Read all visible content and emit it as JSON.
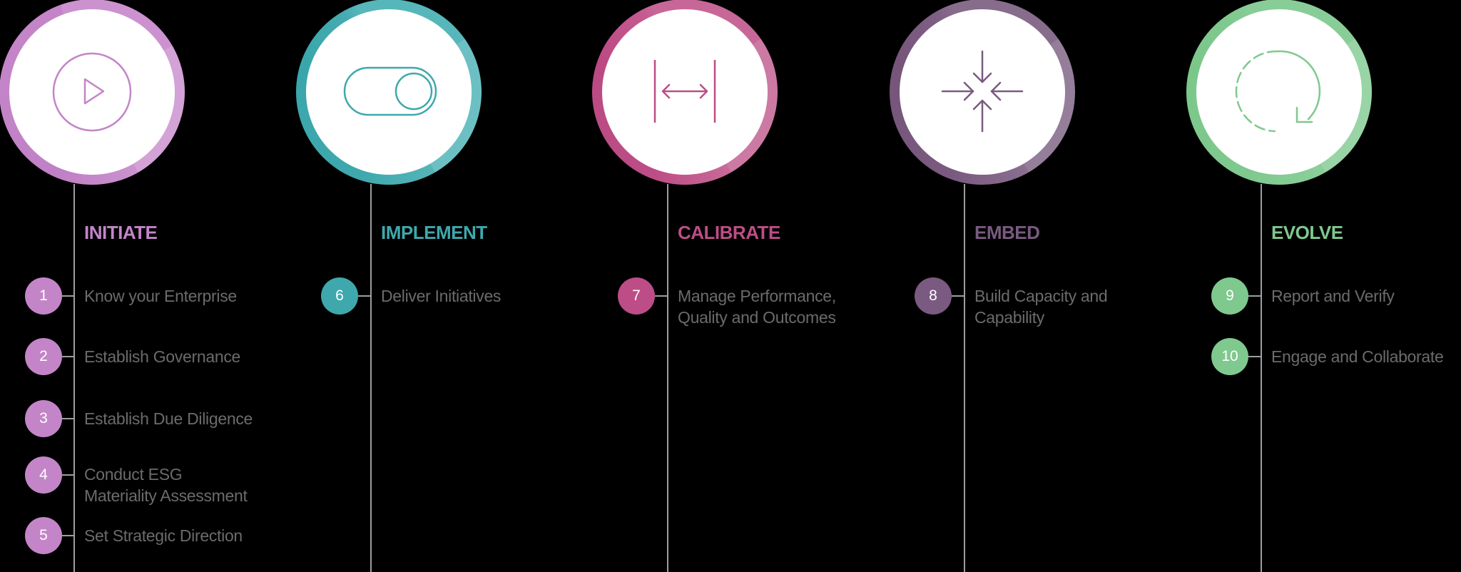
{
  "colors": {
    "initiate": "#c385c8",
    "implement": "#3ea8ad",
    "calibrate": "#bd4d86",
    "embed": "#7a5a80",
    "evolve": "#7fc98e",
    "line": "#9e9e9e",
    "text": "#6b6b6b",
    "background": "#000000"
  },
  "stages": [
    {
      "title": "INITIATE",
      "icon": "play-icon",
      "steps": [
        {
          "number": "1",
          "label": "Know your Enterprise"
        },
        {
          "number": "2",
          "label": "Establish Governance"
        },
        {
          "number": "3",
          "label": "Establish Due Diligence"
        },
        {
          "number": "4",
          "label_line1": "Conduct ESG",
          "label_line2": "Materiality Assessment"
        },
        {
          "number": "5",
          "label": "Set Strategic Direction"
        }
      ]
    },
    {
      "title": "IMPLEMENT",
      "icon": "toggle-switch-icon",
      "steps": [
        {
          "number": "6",
          "label": "Deliver Initiatives"
        }
      ]
    },
    {
      "title": "CALIBRATE",
      "icon": "width-measure-icon",
      "steps": [
        {
          "number": "7",
          "label_line1": "Manage Performance,",
          "label_line2": "Quality and Outcomes"
        }
      ]
    },
    {
      "title": "EMBED",
      "icon": "compress-arrows-icon",
      "steps": [
        {
          "number": "8",
          "label_line1": "Build Capacity and",
          "label_line2": "Capability"
        }
      ]
    },
    {
      "title": "EVOLVE",
      "icon": "cycle-refresh-icon",
      "steps": [
        {
          "number": "9",
          "label": "Report and Verify"
        },
        {
          "number": "10",
          "label": "Engage and Collaborate"
        }
      ]
    }
  ]
}
